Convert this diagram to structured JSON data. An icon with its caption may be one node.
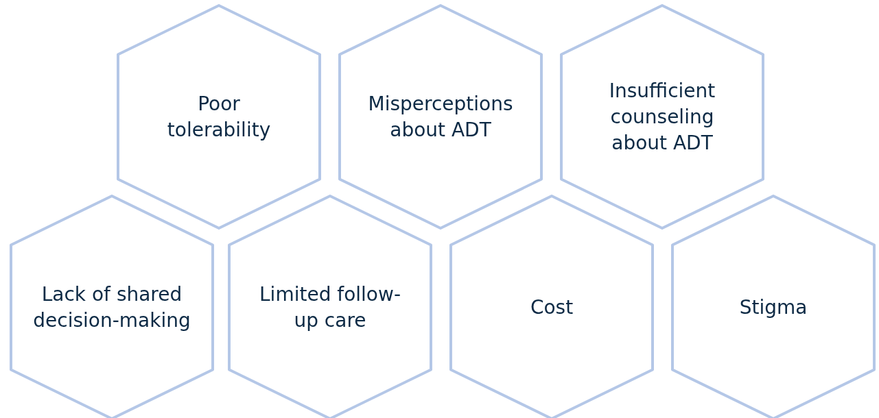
{
  "diagram": {
    "nodes": [
      {
        "text": [
          "Poor tolerability"
        ]
      },
      {
        "text": [
          "Misperceptions about ADT"
        ]
      },
      {
        "text": [
          "Insufficient counseling about ADT"
        ]
      },
      {
        "text": [
          "Lack of shared decision-making"
        ]
      },
      {
        "text": [
          "Limited follow-up care"
        ]
      },
      {
        "text": [
          "Cost"
        ]
      },
      {
        "text": [
          "Stigma"
        ]
      }
    ]
  }
}
